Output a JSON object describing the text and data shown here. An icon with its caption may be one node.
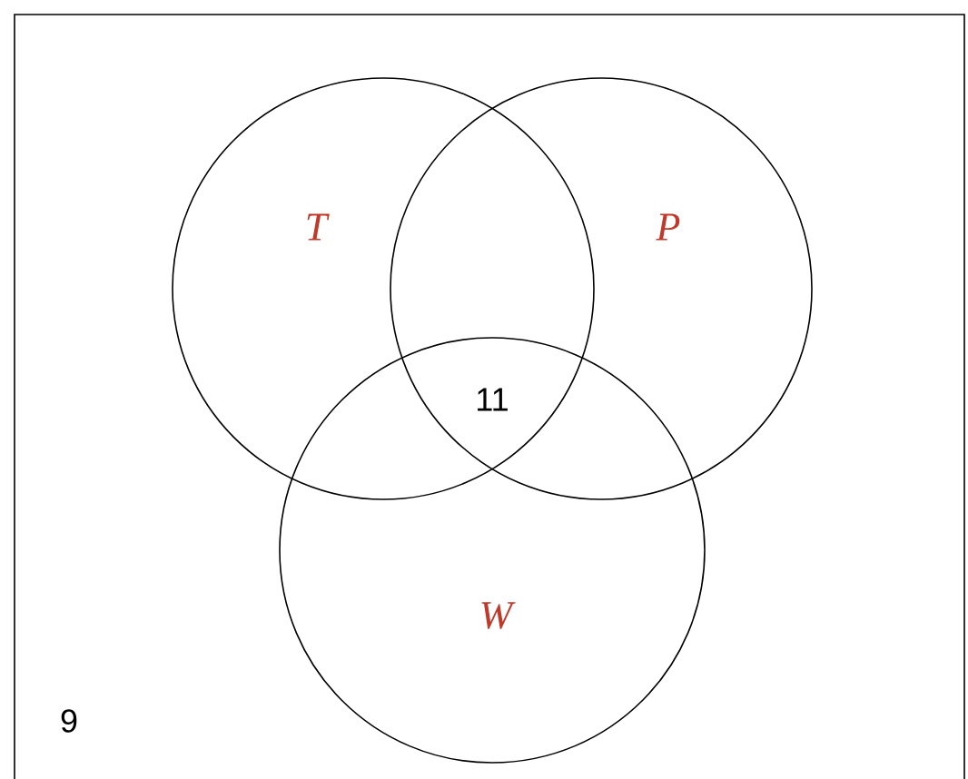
{
  "diagram": {
    "nodes": [
      {
        "text": [
          "T"
        ]
      },
      {
        "text": [
          "P"
        ]
      },
      {
        "text": [
          "W"
        ]
      }
    ],
    "labels": [
      "11",
      "9"
    ]
  }
}
